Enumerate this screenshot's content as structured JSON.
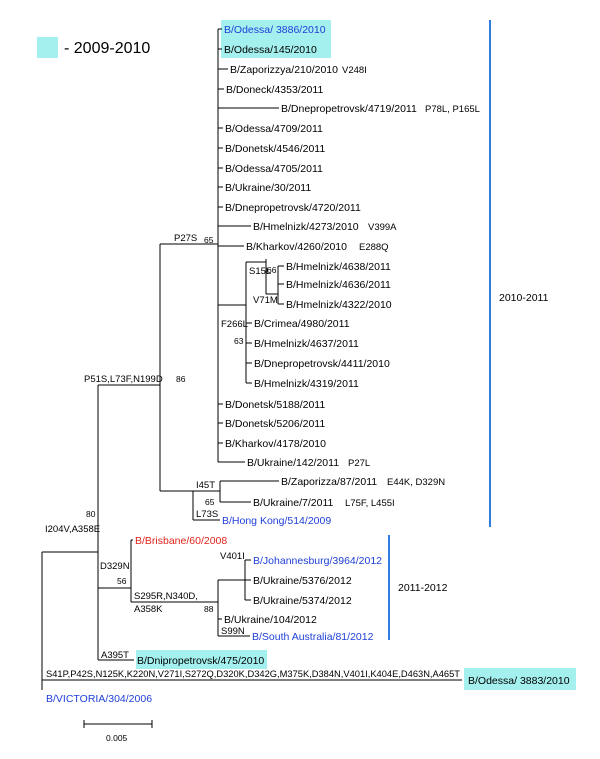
{
  "legend": {
    "label": "- 2009-2010",
    "highlight_color": "#a4f0ee"
  },
  "colors": {
    "line": "#000000",
    "group_bar": "#2f7de0",
    "blue_text": "#1f3fd8",
    "red_text": "#e0241c"
  },
  "groups": [
    {
      "label": "2010-2011"
    },
    {
      "label": "2011-2012"
    }
  ],
  "taxa": {
    "odessa_3886": "B/Odessa/ 3886/2010",
    "odessa_145": "B/Odessa/145/2010",
    "zaporizzya_210": "B/Zaporizzya/210/2010",
    "doneck_4353": "B/Doneck/4353/2011",
    "dnepro_4719": "B/Dnepropetrovsk/4719/2011",
    "odessa_4709": "B/Odessa/4709/2011",
    "donetsk_4546": "B/Donetsk/4546/2011",
    "odessa_4705": "B/Odessa/4705/2011",
    "ukraine_30": "B/Ukraine/30/2011",
    "dnepro_4720": "B/Dnepropetrovsk/4720/2011",
    "hmelnizk_4273": "B/Hmelnizk/4273/2010",
    "kharkov_4260": "B/Kharkov/4260/2010",
    "hmelnizk_4638": "B/Hmelnizk/4638/2011",
    "hmelnizk_4636": "B/Hmelnizk/4636/2011",
    "hmelnizk_4322": "B/Hmelnizk/4322/2010",
    "crimea_4980": "B/Crimea/4980/2011",
    "hmelnizk_4637": "B/Hmelnizk/4637/2011",
    "dnepro_4411": "B/Dnepropetrovsk/4411/2010",
    "hmelnizk_4319": "B/Hmelnizk/4319/2011",
    "donetsk_5188": "B/Donetsk/5188/2011",
    "donetsk_5206": "B/Donetsk/5206/2011",
    "kharkov_4178": "B/Kharkov/4178/2010",
    "ukraine_142": "B/Ukraine/142/2011",
    "zaporizza_87": "B/Zaporizza/87/2011",
    "ukraine_7": "B/Ukraine/7/2011",
    "hongkong_514": "B/Hong Kong/514/2009",
    "brisbane_60": "B/Brisbane/60/2008",
    "johannesburg_3964": "B/Johannesburg/3964/2012",
    "ukraine_5376": "B/Ukraine/5376/2012",
    "ukraine_5374": "B/Ukraine/5374/2012",
    "ukraine_104": "B/Ukraine/104/2012",
    "southaus_81": "B/South Australia/81/2012",
    "dnipro_475": "B/Dnipropetrovsk/475/2010",
    "odessa_3883": "B/Odessa/ 3883/2010",
    "victoria_304": "B/VICTORIA/304/2006"
  },
  "leaf_mutations": {
    "zaporizzya_210": "V248I",
    "dnepro_4719": "P78L, P165L",
    "hmelnizk_4273": "V399A",
    "kharkov_4260": "E288Q",
    "ukraine_142": "P27L",
    "zaporizza_87": "E44K, D329N",
    "ukraine_7": "L75F, L455I"
  },
  "branch_mutations": {
    "p27s": "P27S",
    "s15l": "S15L",
    "v71m": "V71M",
    "f266l": "F266L",
    "p51s": "P51S,L73F,N199D",
    "i45t": "I45T",
    "l73s": "L73S",
    "i204v": "I204V,A358E",
    "d329n": "D329N",
    "s295r_1": "S295R,N340D,",
    "s295r_2": "A358K",
    "v401i": "V401I",
    "s99n": "S99N",
    "a395t": "A395T",
    "odessa_3883_line": "S41P,P42S,N125K,K220N,V271I,S272Q,D320K,D342G,M375K,D384N,V401I,K404E,D463N,A465T"
  },
  "bootstrap": {
    "b65a": "65",
    "b66": "66",
    "b63": "63",
    "b86": "86",
    "b65b": "65",
    "b80": "80",
    "b56": "56",
    "b88": "88"
  },
  "scale_bar": {
    "label": "0.005"
  }
}
